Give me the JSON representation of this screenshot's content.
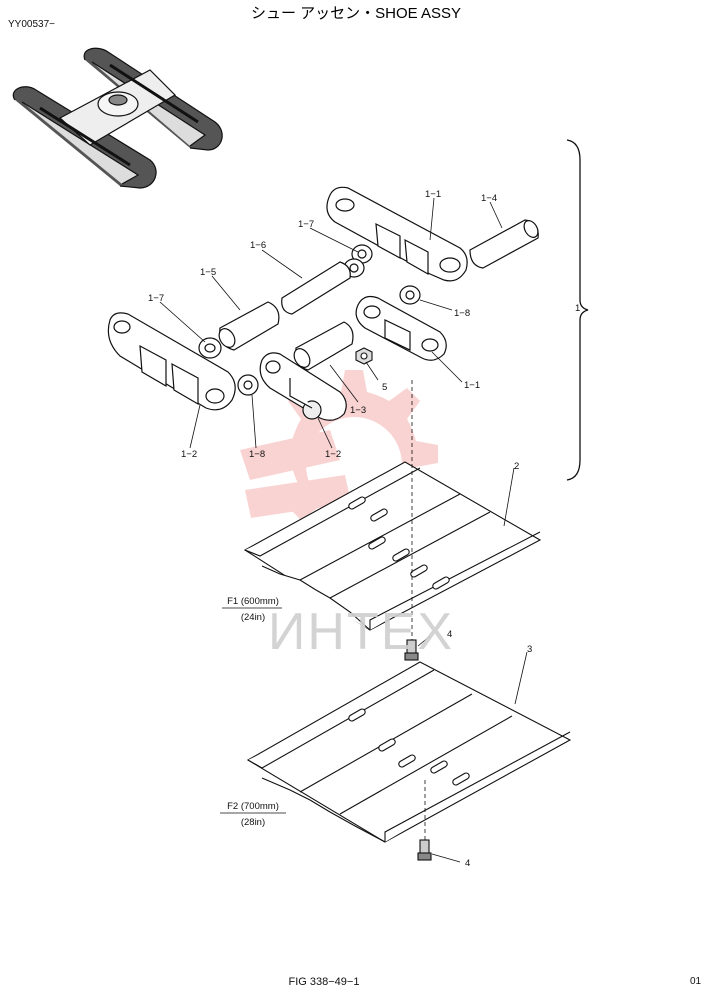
{
  "header": {
    "title": "シュー アッセン・SHOE ASSY",
    "code": "YY00537−"
  },
  "footer": {
    "figure": "FIG 338−49−1",
    "page": "01"
  },
  "watermark": {
    "text": "ИНТЕХ",
    "color": "#e53935"
  },
  "labels": {
    "l_1_1_top": "1−1",
    "l_1_4": "1−4",
    "l_1_7_top": "1−7",
    "l_1_6": "1−6",
    "l_1_5": "1−5",
    "l_1_7_left": "1−7",
    "l_1_8_right": "1−8",
    "l_1": "1",
    "l_5": "5",
    "l_1_1_mid": "1−1",
    "l_1_3": "1−3",
    "l_1_2_left": "1−2",
    "l_1_8_mid": "1−8",
    "l_1_2_mid": "1−2",
    "l_2": "2",
    "l_4_top": "4",
    "l_3": "3",
    "l_4_bottom": "4"
  },
  "specs": {
    "f1_name": "F1 (600mm)",
    "f1_in": "(24in)",
    "f2_name": "F2 (700mm)",
    "f2_in": "(28in)"
  }
}
